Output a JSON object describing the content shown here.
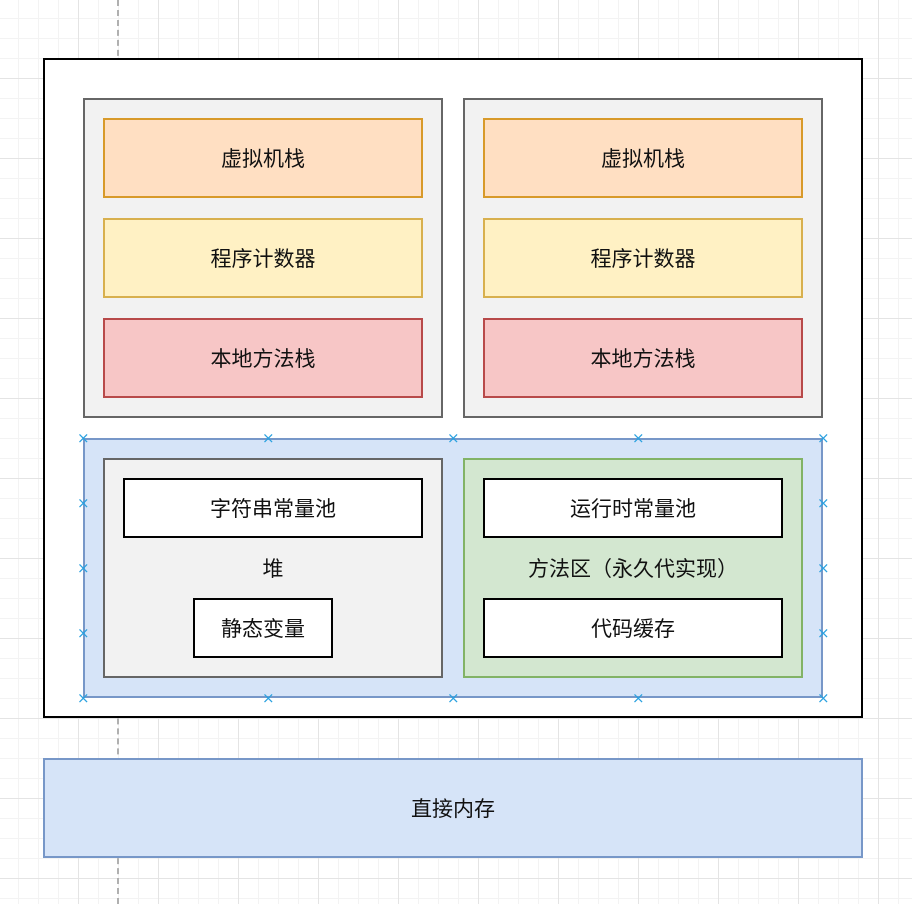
{
  "diagram": {
    "threads": [
      {
        "vm_stack": "虚拟机栈",
        "program_counter": "程序计数器",
        "native_method_stack": "本地方法栈"
      },
      {
        "vm_stack": "虚拟机栈",
        "program_counter": "程序计数器",
        "native_method_stack": "本地方法栈"
      }
    ],
    "heap": {
      "label": "堆",
      "string_constant_pool": "字符串常量池",
      "static_variables": "静态变量"
    },
    "method_area": {
      "label": "方法区（永久代实现）",
      "runtime_constant_pool": "运行时常量池",
      "code_cache": "代码缓存"
    },
    "direct_memory": "直接内存"
  },
  "colors": {
    "vm_stack_fill": "#ffdfc2",
    "program_counter_fill": "#fff1c4",
    "native_method_stack_fill": "#f7c6c6",
    "shared_area_fill": "#d6e4f8",
    "method_area_fill": "#d3e7d0",
    "thread_fill": "#f2f2f2",
    "selection_handle": "#2aa1e0"
  },
  "icons": {
    "selection_handle": "x-mark-icon"
  }
}
